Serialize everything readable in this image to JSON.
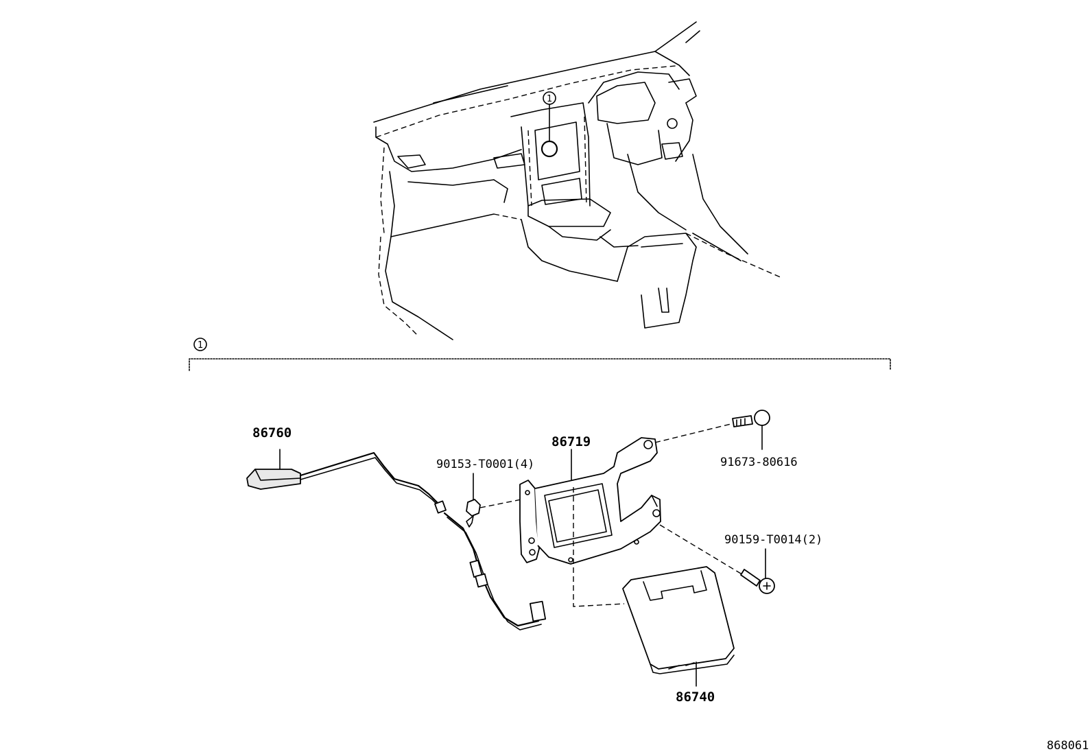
{
  "callout": {
    "marker": "1"
  },
  "parts": {
    "antenna": "86760",
    "bracket": "86719",
    "clip": "90153-T0001(4)",
    "bolt": "91673-80616",
    "screw": "90159-T0014(2)",
    "module": "86740"
  },
  "diagram_id": "868061"
}
